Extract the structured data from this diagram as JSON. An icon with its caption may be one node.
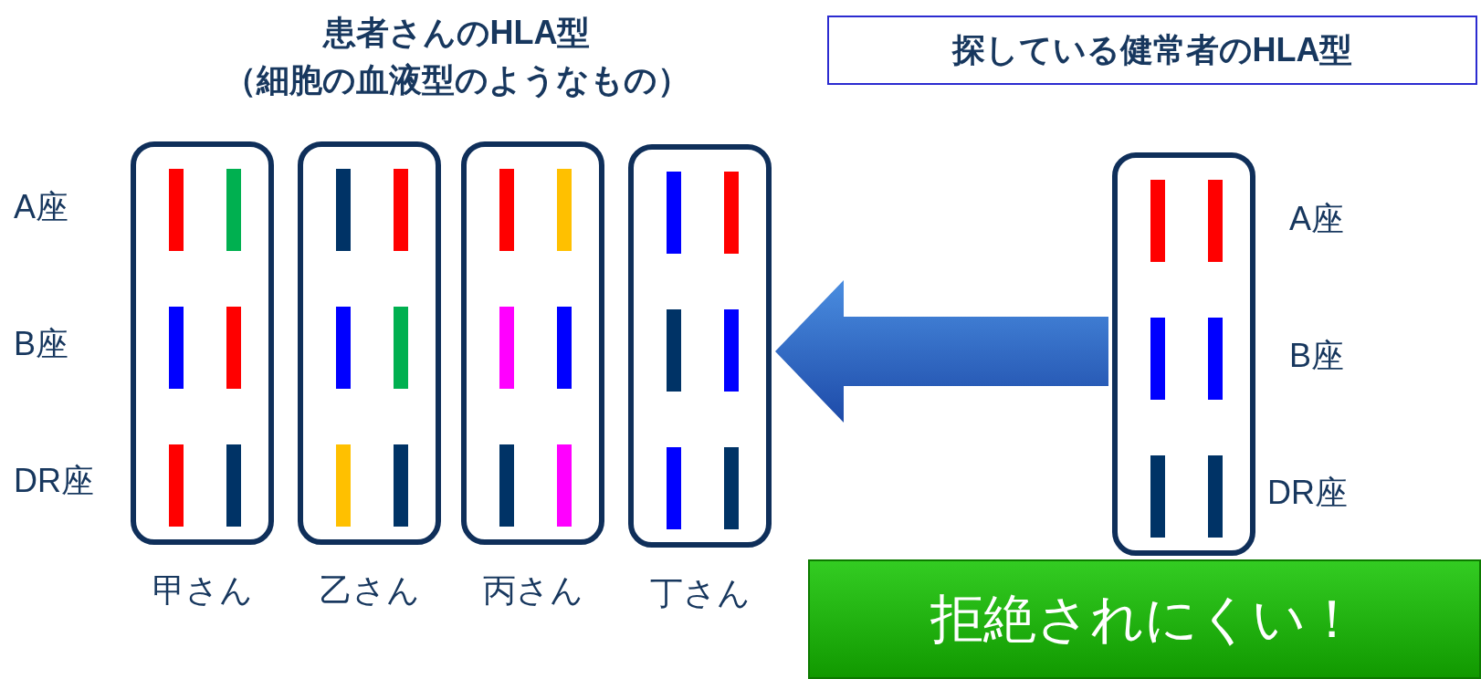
{
  "diagram": {
    "title": "患者さんのHLA型（細胞の血液型のようなもの）",
    "nodes": [
      {
        "text": [
          "探している健常者のHLA型"
        ]
      },
      {
        "text": [
          "甲さん"
        ]
      },
      {
        "text": [
          "乙さん"
        ]
      },
      {
        "text": [
          "丙さん"
        ]
      },
      {
        "text": [
          "丁さん"
        ]
      },
      {
        "text": [],
        "shape": "box"
      },
      {
        "text": [
          "拒絶されにくい！"
        ]
      }
    ],
    "edges": [
      {
        "from": 5,
        "to": 4,
        "arrow": "to",
        "style": "thick"
      }
    ],
    "labels": [
      "A座",
      "B座",
      "DR座",
      "A座",
      "B座",
      "DR座"
    ]
  }
}
